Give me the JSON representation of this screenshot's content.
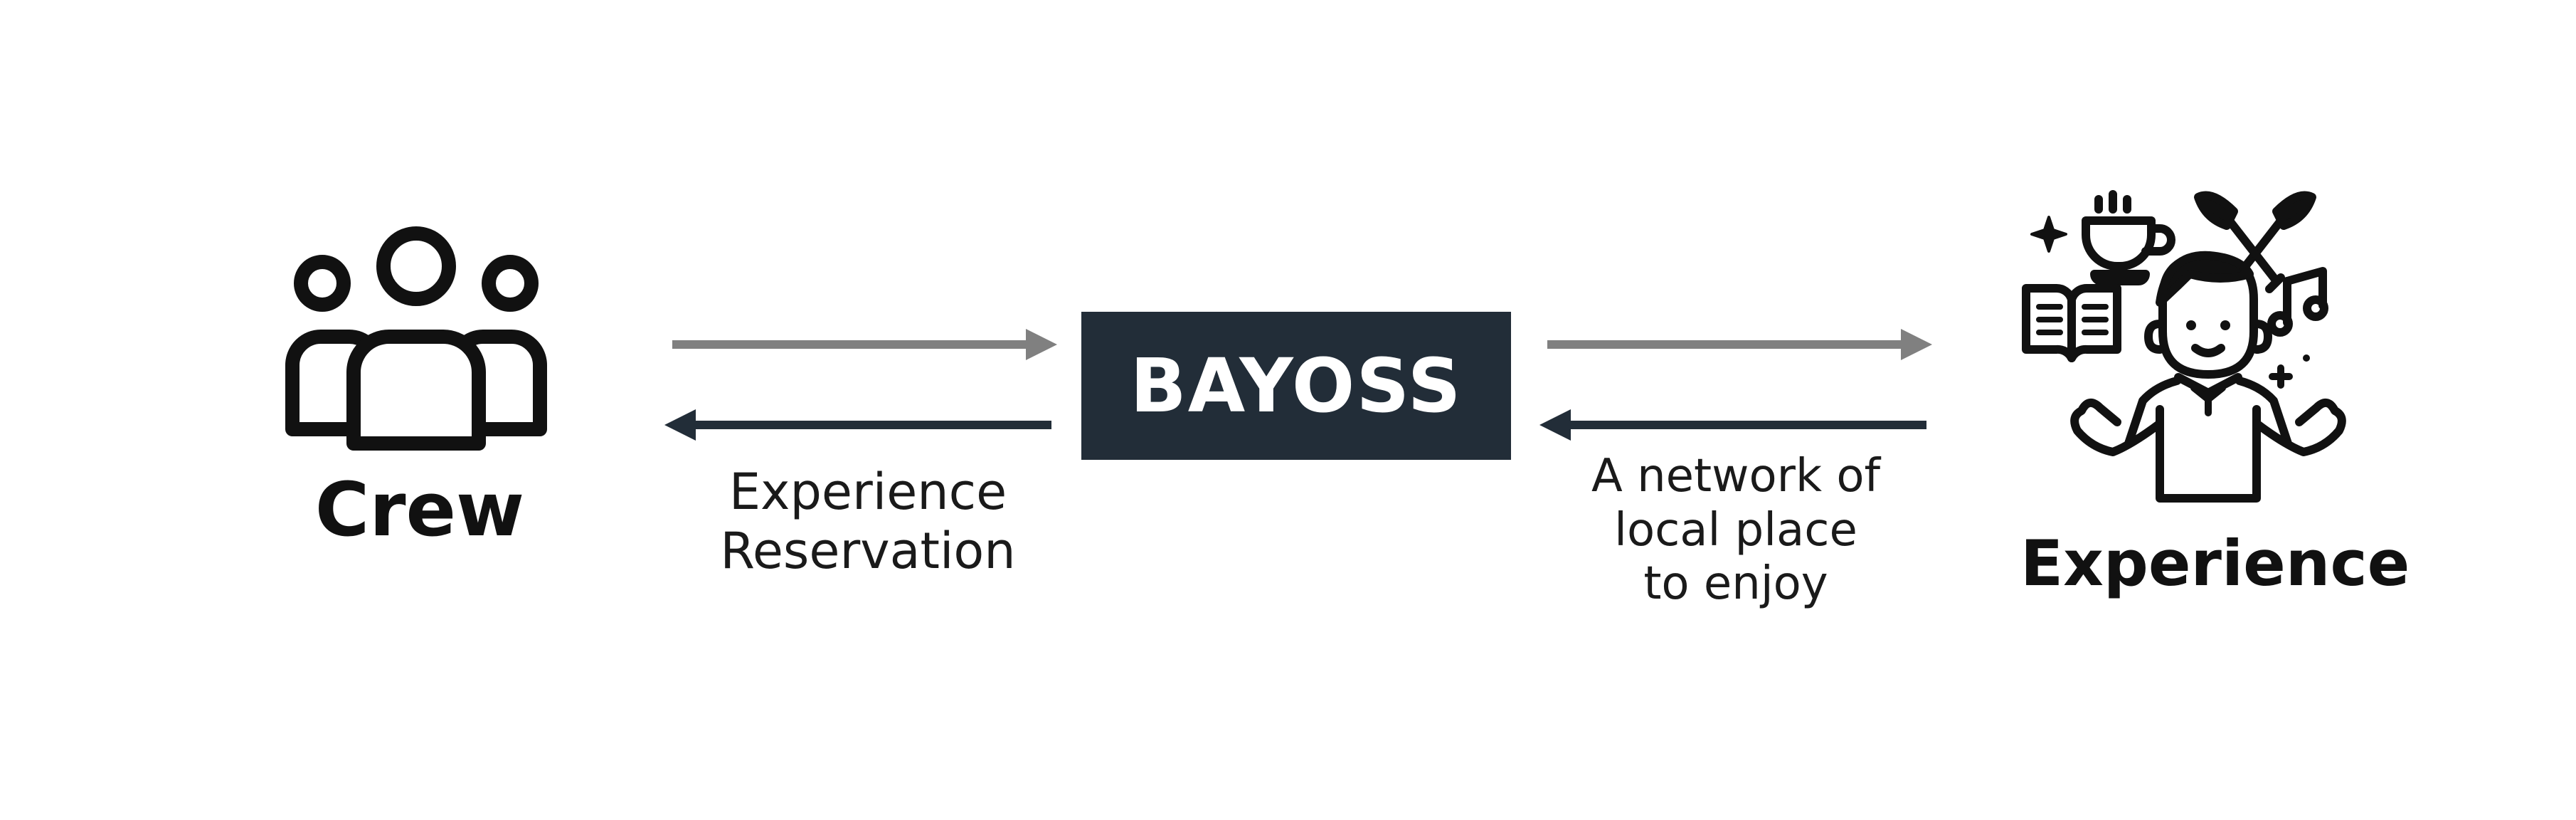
{
  "nodes": {
    "crew": {
      "label": "Crew",
      "icon": "group-icon"
    },
    "bayoss": {
      "label": "BAYOSS"
    },
    "experience": {
      "label": "Experience",
      "icon": "person-with-activities-icon"
    }
  },
  "edges": {
    "left_caption": [
      "Experience",
      "Reservation"
    ],
    "right_caption": [
      "A network of",
      "local place",
      "to enjoy"
    ]
  },
  "colors": {
    "box_fill": "#222d38",
    "box_text": "#ffffff",
    "arrow_forward": "#808080",
    "arrow_back": "#222d38",
    "icon_stroke": "#111111"
  }
}
